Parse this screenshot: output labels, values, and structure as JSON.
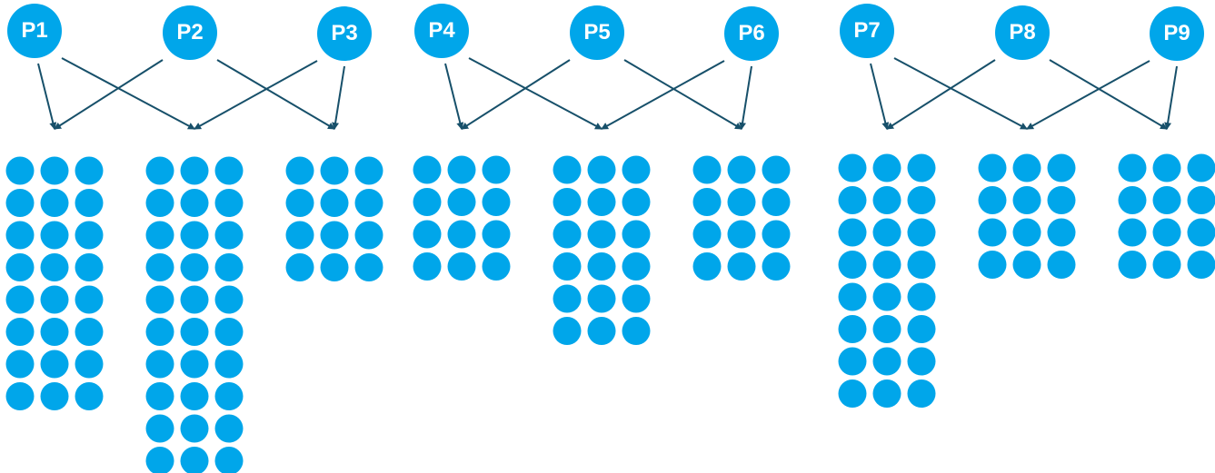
{
  "colors": {
    "node": "#00a6ea",
    "dot": "#00a6ea",
    "arrow": "#17506a",
    "node_text": "#ffffff"
  },
  "groups": [
    {
      "nodes": [
        "P1",
        "P2",
        "P3"
      ],
      "dot_rows": [
        8,
        10,
        4
      ]
    },
    {
      "nodes": [
        "P4",
        "P5",
        "P6"
      ],
      "dot_rows": [
        4,
        6,
        4
      ]
    },
    {
      "nodes": [
        "P7",
        "P8",
        "P9"
      ],
      "dot_rows": [
        8,
        4,
        4
      ]
    }
  ]
}
